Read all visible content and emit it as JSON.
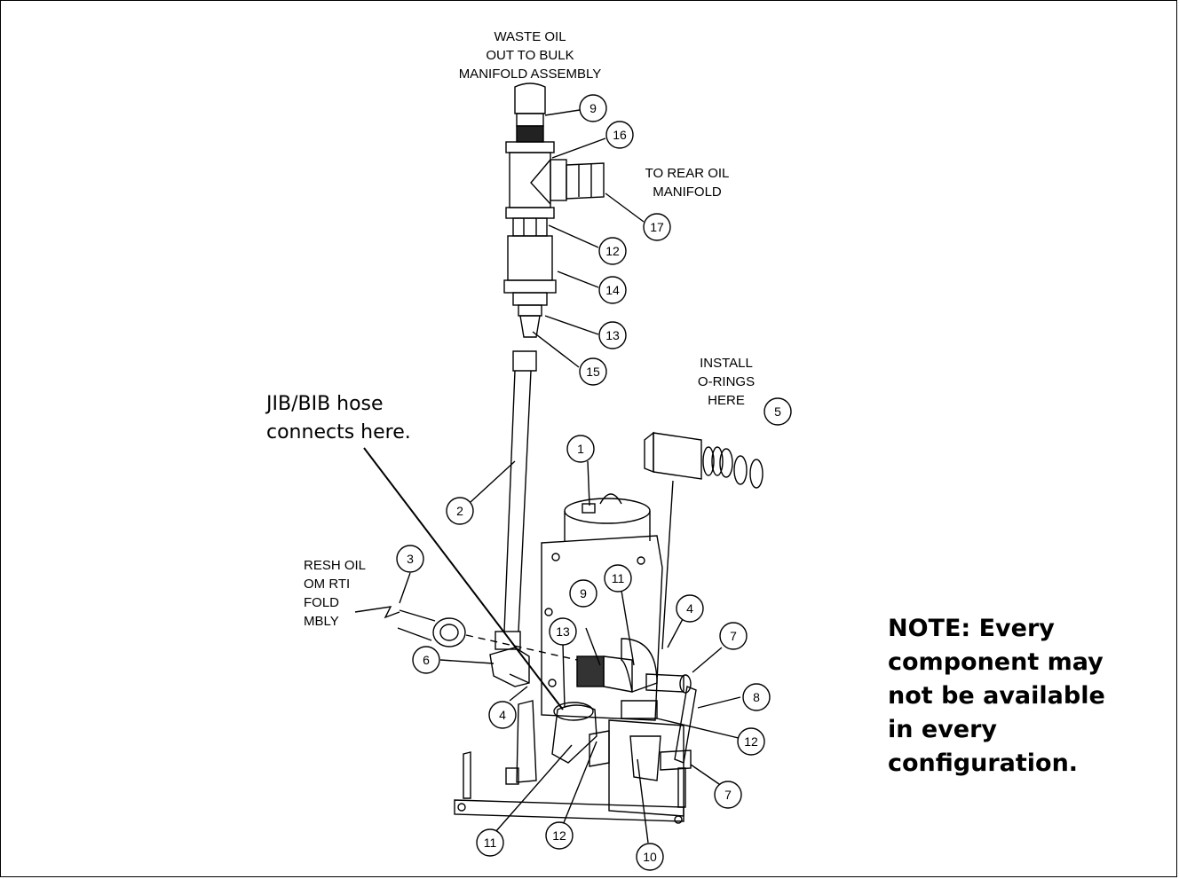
{
  "labels": {
    "waste_oil": [
      "WASTE OIL",
      "OUT TO BULK",
      "MANIFOLD ASSEMBLY"
    ],
    "rear_oil": [
      "TO REAR OIL",
      "MANIFOLD"
    ],
    "install_orings": [
      "INSTALL",
      "O-RINGS",
      "HERE"
    ],
    "fresh_oil": [
      "RESH OIL",
      "OM RTI",
      "FOLD",
      "MBLY"
    ],
    "jib_bib": [
      "JIB/BIB hose",
      "connects here."
    ]
  },
  "callouts": [
    "9",
    "16",
    "17",
    "12",
    "14",
    "13",
    "15",
    "5",
    "1",
    "2",
    "3",
    "11",
    "9",
    "13",
    "4",
    "7",
    "8",
    "6",
    "4",
    "12",
    "7",
    "11",
    "12",
    "10"
  ],
  "note": [
    "NOTE: Every",
    "component may",
    "not be available",
    "in every",
    "configuration."
  ]
}
